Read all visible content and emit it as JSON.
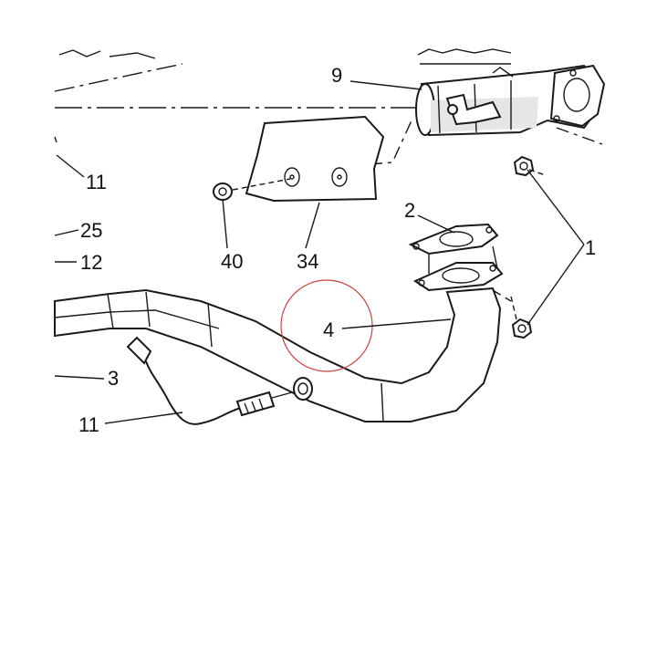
{
  "callouts": {
    "c9": "9",
    "c11_top": "11",
    "c25": "25",
    "c12": "12",
    "c3": "3",
    "c11_bottom": "11",
    "c40": "40",
    "c34": "34",
    "c2": "2",
    "c1": "1",
    "c4": "4"
  },
  "colors": {
    "line": "#1a1a1a",
    "highlight_circle": "#d04040"
  }
}
